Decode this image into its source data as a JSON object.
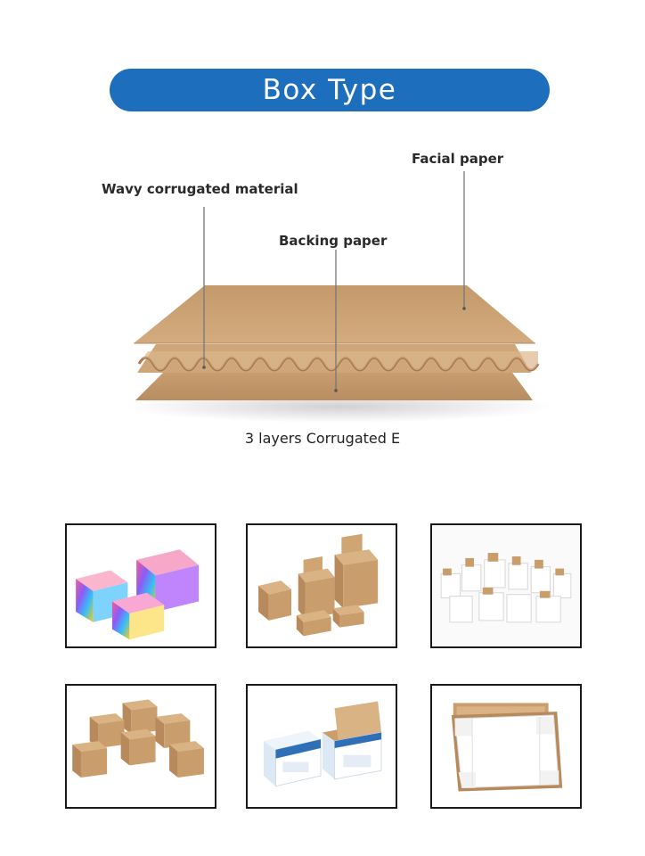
{
  "header": {
    "title": "Box Type"
  },
  "diagram": {
    "labels": {
      "facial": "Facial paper",
      "wavy": "Wavy corrugated material",
      "backing": "Backing paper"
    },
    "caption": "3 layers Corrugated E"
  },
  "gallery": {
    "items": [
      {
        "name": "holographic-color-boxes"
      },
      {
        "name": "kraft-mailer-boxes"
      },
      {
        "name": "white-folding-boxes"
      },
      {
        "name": "kraft-stacked-boxes"
      },
      {
        "name": "printed-product-boxes"
      },
      {
        "name": "flat-die-cut-boxes"
      }
    ]
  },
  "colors": {
    "title_bg": "#1d6fbd",
    "kraft": "#c9a173",
    "kraft_dark": "#a87e52"
  }
}
